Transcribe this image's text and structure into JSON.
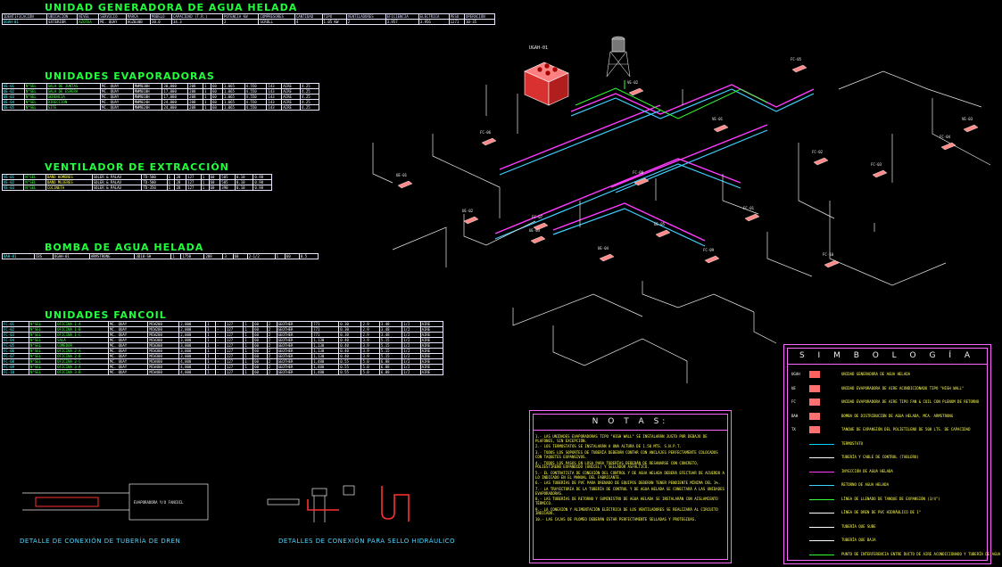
{
  "titles": {
    "t1": "UNIDAD GENERADORA DE AGUA HELADA",
    "t2": "UNIDADES EVAPORADORAS",
    "t3": "VENTILADOR DE EXTRACCIÓN",
    "t4": "BOMBA DE AGUA HELADA",
    "t5": "UNIDADES FANCOIL"
  },
  "captions": {
    "c1": "DETALLE DE CONEXIÓN DE TUBERÍA DE DREN",
    "c2": "DETALLES DE CONEXIÓN PARA SELLO HIDRÁULICO"
  },
  "colors": {
    "chw_supply": "#ff3cff",
    "chw_return": "#3fd0ff",
    "control": "#33ff33",
    "dims": "#ffffff",
    "labels": "#ffe34a"
  },
  "tables": {
    "chiller": {
      "head": [
        "IDENTIFICACIÓN",
        "UBICACIÓN",
        "NIVEL",
        "SERVICIO",
        "MARCA",
        "MODELO",
        "CAPACIDAD (T.R.)",
        "POTENCIA KW",
        "COMPRESORES",
        "CANTIDAD",
        "TIPO",
        "VENTILADORES",
        "EFICIENCIA",
        "ELÉCTRICA",
        "PESO",
        "OPERACIÓN"
      ],
      "row": [
        "UGAH-01",
        "EXTERIOR",
        "AZOTEA",
        "MC. QUAY",
        "AGZ030B",
        "30.0",
        "34.3",
        "2",
        "SCROLL",
        "4",
        "1.05 KW",
        "2",
        "3.957",
        "3.956",
        "1271",
        "10-35"
      ]
    },
    "evap": {
      "rows": [
        [
          "UE-01",
          "N°SEL",
          "SALA DE JUNTAS",
          "MC. QUAY",
          "MWM030H",
          "30,000",
          "208",
          "1",
          "60",
          "1.065",
          "4.550",
          "143",
          "AIRE",
          "4.25"
        ],
        [
          "UE-02",
          "N°SEL",
          "SALA DE ESPERA",
          "MC. QUAY",
          "MWM018H",
          "17,000",
          "208",
          "1",
          "60",
          "1.065",
          "4.550",
          "143",
          "AIRE",
          "4.25"
        ],
        [
          "UE-03",
          "N°SEL",
          "GERENCIA",
          "MC. QUAY",
          "MWM018H",
          "17,000",
          "208",
          "1",
          "60",
          "1.065",
          "4.550",
          "143",
          "AIRE",
          "4.25"
        ],
        [
          "UE-04",
          "N°SEL",
          "DIRECCIÓN",
          "MC. QUAY",
          "MWM024H",
          "24,000",
          "208",
          "1",
          "60",
          "1.065",
          "4.550",
          "143",
          "AIRE",
          "4.25"
        ],
        [
          "UE-05",
          "N°SEL",
          "SITE",
          "MC. QUAY",
          "MWM024H",
          "24,000",
          "208",
          "1",
          "60",
          "1.065",
          "4.550",
          "143",
          "AIRE",
          "4.25"
        ]
      ]
    },
    "fan": {
      "rows": [
        [
          "VE-01",
          "N°SEL",
          "BAÑO HOMBRES",
          "SOLER & PALAU",
          "TD-500",
          "1",
          "28",
          "127",
          "1",
          "60",
          "505",
          "0.10",
          "0.98"
        ],
        [
          "VE-02",
          "N°SEL",
          "BAÑO MUJERES",
          "SOLER & PALAU",
          "TD-500",
          "1",
          "28",
          "127",
          "1",
          "60",
          "505",
          "0.10",
          "0.98"
        ],
        [
          "VE-03",
          "N°SEL",
          "COCINETA",
          "SOLER & PALAU",
          "TD-350",
          "1",
          "28",
          "127",
          "1",
          "60",
          "390",
          "0.10",
          "0.98"
        ]
      ]
    },
    "pump": {
      "row": [
        "BAH-01",
        "CBS",
        "UGAH-01",
        "ARMSTRONG",
        "3D10-SH",
        "1",
        "1750",
        "208",
        "3",
        "60",
        "2-1/2",
        "1",
        "60",
        "0.5"
      ]
    },
    "fancoil": {
      "rows": [
        [
          "FC-01",
          "N°SEL",
          "OFICINA 1-A",
          "MC. QUAY",
          "MCW200",
          "2,000",
          "1",
          "-",
          "127",
          "1",
          "60",
          "2",
          "GEOTHER",
          "771",
          "0.30",
          "2.9",
          "3.48",
          "1/2",
          "AIRE"
        ],
        [
          "FC-02",
          "N°SEL",
          "OFICINA 1-B",
          "MC. QUAY",
          "MCW200",
          "2,000",
          "1",
          "-",
          "127",
          "1",
          "60",
          "2",
          "GEOTHER",
          "771",
          "0.30",
          "2.9",
          "3.48",
          "1/2",
          "AIRE"
        ],
        [
          "FC-03",
          "N°SEL",
          "OFICINA 1-C",
          "MC. QUAY",
          "MCW200",
          "2,000",
          "1",
          "-",
          "127",
          "1",
          "60",
          "2",
          "GEOTHER",
          "771",
          "0.30",
          "2.9",
          "3.48",
          "1/2",
          "AIRE"
        ],
        [
          "FC-04",
          "N°SEL",
          "SALA",
          "MC. QUAY",
          "MCW300",
          "3,000",
          "1",
          "-",
          "127",
          "1",
          "60",
          "2",
          "GEOTHER",
          "1,130",
          "0.40",
          "3.9",
          "5.15",
          "1/2",
          "AIRE"
        ],
        [
          "FC-05",
          "N°SEL",
          "COMEDOR",
          "MC. QUAY",
          "MCW300",
          "3,000",
          "1",
          "-",
          "127",
          "1",
          "60",
          "2",
          "GEOTHER",
          "1,130",
          "0.40",
          "3.9",
          "5.15",
          "1/2",
          "AIRE"
        ],
        [
          "FC-06",
          "N°SEL",
          "OFICINA 2-A",
          "MC. QUAY",
          "MCW300",
          "3,000",
          "1",
          "-",
          "127",
          "1",
          "60",
          "2",
          "GEOTHER",
          "1,130",
          "0.40",
          "3.9",
          "5.15",
          "1/2",
          "AIRE"
        ],
        [
          "FC-07",
          "N°SEL",
          "OFICINA 2-B",
          "MC. QUAY",
          "MCW300",
          "3,000",
          "1",
          "-",
          "127",
          "1",
          "60",
          "2",
          "GEOTHER",
          "1,130",
          "0.40",
          "3.9",
          "5.15",
          "1/2",
          "AIRE"
        ],
        [
          "FC-08",
          "N°SEL",
          "OFICINA 2-C",
          "MC. QUAY",
          "MCW400",
          "4,000",
          "1",
          "-",
          "127",
          "1",
          "60",
          "2",
          "GEOTHER",
          "1,480",
          "0.55",
          "5.0",
          "6.88",
          "1/2",
          "AIRE"
        ],
        [
          "FC-09",
          "N°SEL",
          "OFICINA 3-A",
          "MC. QUAY",
          "MCW400",
          "4,000",
          "1",
          "-",
          "127",
          "1",
          "60",
          "2",
          "GEOTHER",
          "1,480",
          "0.55",
          "5.0",
          "6.88",
          "1/2",
          "AIRE"
        ],
        [
          "FC-10",
          "N°SEL",
          "OFICINA 3-B",
          "MC. QUAY",
          "MCW400",
          "4,000",
          "1",
          "-",
          "127",
          "1",
          "60",
          "2",
          "GEOTHER",
          "1,480",
          "0.55",
          "5.0",
          "6.88",
          "1/2",
          "AIRE"
        ]
      ]
    }
  },
  "notes": {
    "title": "N O T A S:",
    "lines": [
      "1.- LAS UNIDADES EVAPORADORAS TIPO \"HIGH WALL\" SE INSTALARÁN JUSTO POR DEBAJO DE PLAFONES, SIN EXCEPCIÓN.",
      "2.- LOS TERMOSTATOS SE INSTALARÁN A UNA ALTURA DE 1.50 MTS. S.N.P.T.",
      "3.- TODOS LOS SOPORTES DE TUBERÍA DEBERÁN CONTAR CON ANCLAJES PERFECTAMENTE COLOCADOS CON TAQUETES EXPANSIVOS.",
      "4.- TODOS LOS PASOS EN LOSA PARA TUBERÍAS DEBERÁN DE RESANARSE CON CONCRETO, POLIESTIRENO EXPANDIDO (UNICEL) Y SELLADOR ASFÁLTICO.",
      "5.- EL CONTRATISTA DE CONEXIÓN DEL CONTROL Y DE AGUA HELADA DEBERÁ EFECTUAR DE ACUERDO A LO INDICADO EN EL MANUAL DEL FABRICANTE.",
      "6.- LAS TUBERÍAS DE PVC PARA DRENADO DE EQUIPOS DEBERÁN TENER PENDIENTE MÍNIMA DEL 1%.",
      "7.- LA TRAYECTORIA DE LA TUBERÍA DE CONTROL Y DE AGUA HELADA SE CONECTARÁ A LAS UNIDADES EVAPORADORAS.",
      "8.- LAS TUBERÍAS DE RETORNO Y SUMINISTRO DE AGUA HELADA SE INSTALARÁN CON AISLAMIENTO TÉRMICO.",
      "9.- LA CONEXIÓN Y ALIMENTACIÓN ELÉCTRICA DE LOS VENTILADORES SE REALIZARÁ AL CIRCUITO INDICADO.",
      "10.- LAS CAJAS DE PLOMEO DEBERÁN ESTAR PERFECTAMENTE SELLADAS Y PROTEGIDAS."
    ]
  },
  "symbology": {
    "title": "S I M B O L O G Í A",
    "rows": [
      {
        "code": "UGAH",
        "desc": "UNIDAD GENERADORA DE AGUA HELADA"
      },
      {
        "code": "UE",
        "desc": "UNIDAD EVAPORADORA DE AIRE ACONDICIONADO TIPO \"HIGH WALL\""
      },
      {
        "code": "FC",
        "desc": "UNIDAD EVAPORADORA DE AIRE TIPO FAN & COIL CON PLENUM DE RETORNO"
      },
      {
        "code": "BAH",
        "desc": "BOMBA DE DISTRIBUCIÓN DE AGUA HELADA, MCA. ARMSTRONG"
      },
      {
        "code": "TX",
        "desc": "TANQUE DE EXPANSIÓN DEL POLIETILENO DE 500 LTS. DE CAPACIDAD"
      },
      {
        "code": "",
        "desc": "TERMOSTATO"
      },
      {
        "code": "",
        "desc": "TUBERÍA Y CABLE DE CONTROL (TABLERO)"
      },
      {
        "code": "",
        "desc": "INYECCIÓN DE AGUA HELADA"
      },
      {
        "code": "",
        "desc": "RETORNO DE AGUA HELADA"
      },
      {
        "code": "",
        "desc": "LÍNEA DE LLENADO DE TANQUE DE EXPANSIÓN (3/4\")"
      },
      {
        "code": "",
        "desc": "LÍNEA DE DREN DE PVC HIDRÁULICO DE 1\""
      },
      {
        "code": "",
        "desc": "TUBERÍA QUE SUBE"
      },
      {
        "code": "",
        "desc": "TUBERÍA QUE BAJA"
      },
      {
        "code": "",
        "desc": "PUNTO DE INTERFERENCIA ENTRE DUCTO DE AIRE ACONDICIONADO Y TUBERÍA DE AGUA HELADA"
      }
    ]
  },
  "diagram": {
    "chiller_label": "UGAH-01",
    "drain_box_label": "EVAPORADORA Y/O FANCOIL",
    "unit_labels": [
      "UE-01",
      "UE-02",
      "UE-03",
      "UE-04",
      "UE-05",
      "FC-01",
      "FC-02",
      "FC-03",
      "FC-04",
      "FC-05",
      "FC-06",
      "FC-07",
      "FC-08",
      "FC-09",
      "FC-10",
      "VE-01",
      "VE-02",
      "VE-03"
    ]
  }
}
